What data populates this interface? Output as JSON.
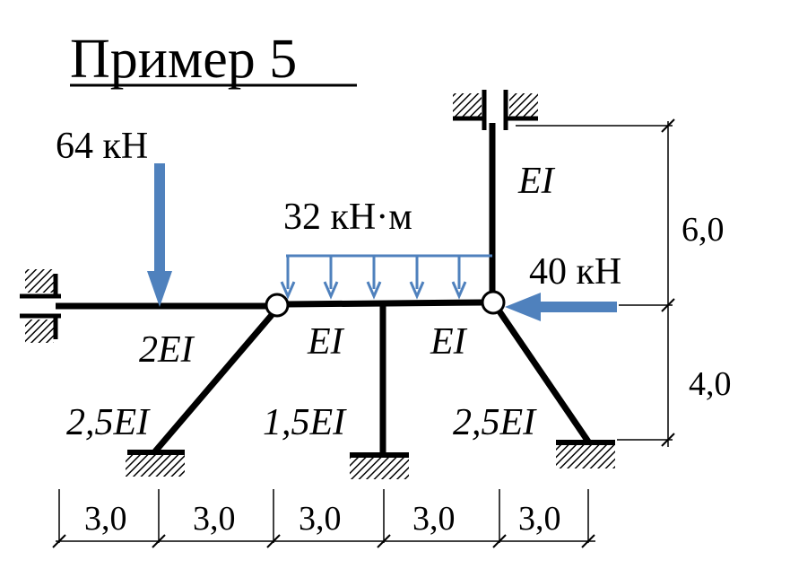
{
  "title": "Пример 5",
  "loads": {
    "point_load_left": "64 кН",
    "distributed_load": "32 кН·м",
    "point_load_right": "40 кН"
  },
  "stiffness": {
    "top_column": "EI",
    "left_beam": "2EI",
    "mid_beam": "EI",
    "right_beam": "EI",
    "left_strut": "2,5EI",
    "center_column": "1,5EI",
    "right_strut": "2,5EI"
  },
  "dimensions": {
    "horizontal": [
      "3,0",
      "3,0",
      "3,0",
      "3,0",
      "3,0"
    ],
    "vertical_upper": "6,0",
    "vertical_lower": "4,0"
  },
  "colors": {
    "load_arrow": "#4f81bd",
    "member": "#000000"
  }
}
